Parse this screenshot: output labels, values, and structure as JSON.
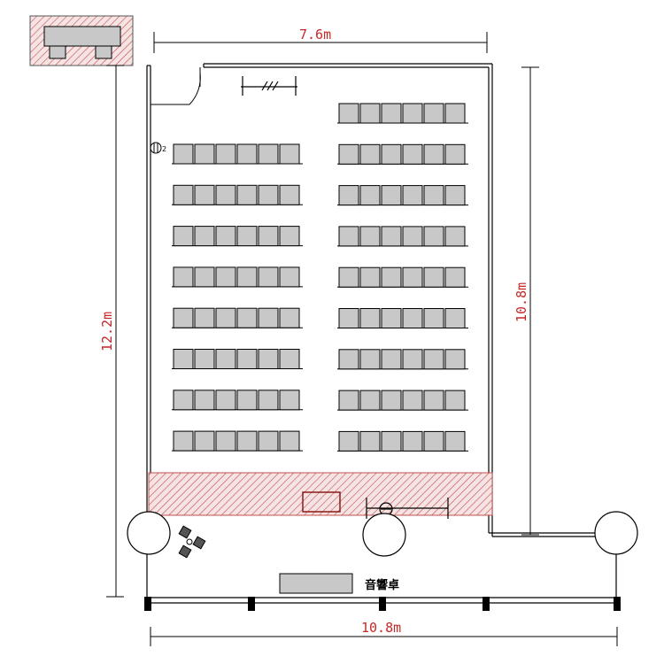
{
  "dimensions": {
    "top_width": "7.6m",
    "bottom_width": "10.8m",
    "left_height": "12.2m",
    "right_height": "10.8m"
  },
  "labels": {
    "audio_desk": "音響卓",
    "fixture_number": "2"
  },
  "seating": {
    "left_block": {
      "rows": 8,
      "seats_per_row": 6
    },
    "right_block": {
      "rows": 9,
      "seats_per_row": 6
    }
  },
  "colors": {
    "dimension": "#c62828",
    "hatch": "#c0504d",
    "seat_fill": "#c8c8c8",
    "line": "#000000"
  }
}
